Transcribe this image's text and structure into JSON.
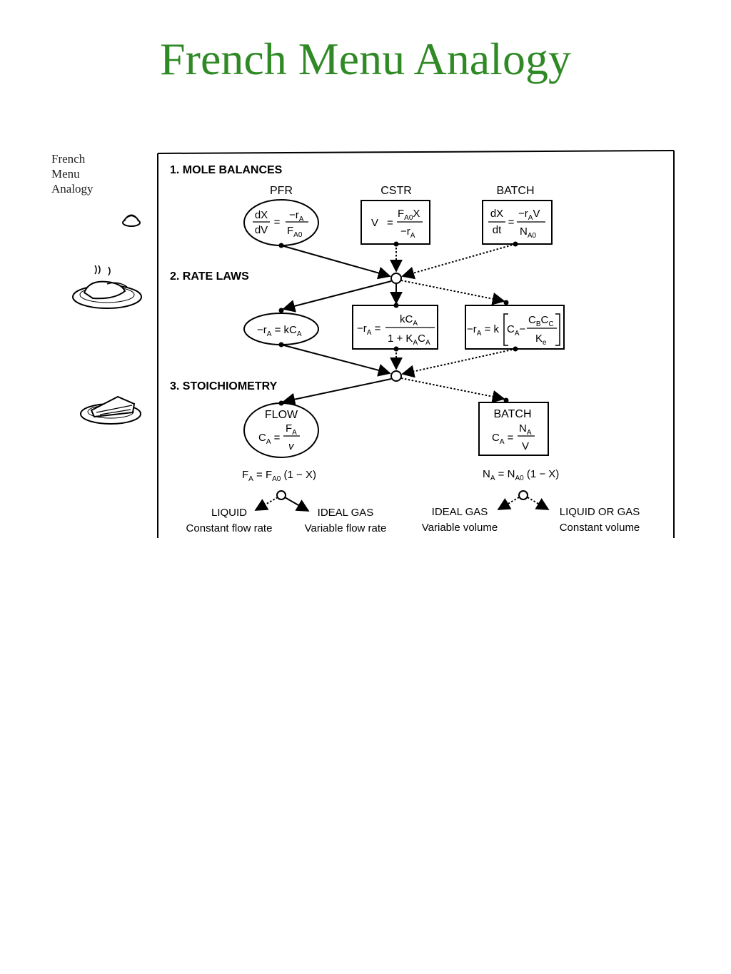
{
  "title": "French Menu Analogy",
  "side_label": [
    "French",
    "Menu",
    "Analogy"
  ],
  "sections": {
    "mole_balances": "1. MOLE BALANCES",
    "rate_laws": "2. RATE LAWS",
    "stoichiometry": "3. STOICHIOMETRY"
  },
  "reactors": {
    "pfr": "PFR",
    "cstr": "CSTR",
    "batch": "BATCH"
  },
  "stoich": {
    "flow": "FLOW",
    "batch": "BATCH",
    "flow_relation": "F",
    "batch_relation": "N"
  },
  "branches": {
    "liquid": "LIQUID",
    "liquid_sub": "Constant flow rate",
    "ideal_gas_flow": "IDEAL GAS",
    "ideal_gas_flow_sub": "Variable flow rate",
    "ideal_gas_batch": "IDEAL GAS",
    "ideal_gas_batch_sub": "Variable volume",
    "liquid_or_gas": "LIQUID OR GAS",
    "liquid_or_gas_sub": "Constant volume"
  },
  "icons": [
    "appetizer-icon",
    "main-course-icon",
    "dessert-icon"
  ]
}
